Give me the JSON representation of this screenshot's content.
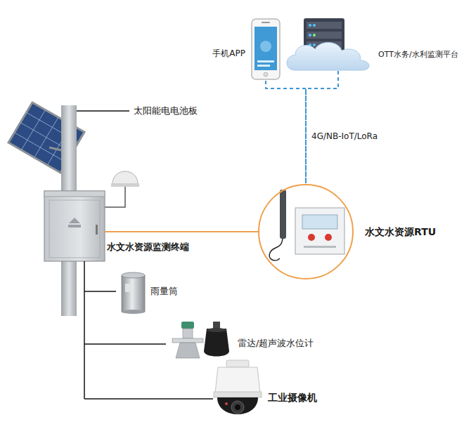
{
  "diagram": {
    "nodes": [
      {
        "text": [
          "手机APP"
        ]
      },
      {
        "text": [
          "OTT水务/水利监测平台"
        ]
      },
      {
        "text": [
          "水文水资源监测终端"
        ]
      },
      {
        "text": [
          "水文水资源RTU"
        ]
      }
    ],
    "edges": [
      {
        "from": 0,
        "to": 3,
        "arrow": "none"
      },
      {
        "from": 1,
        "to": 3,
        "label": "4G/NB-IoT/LoRa",
        "arrow": "none"
      },
      {
        "from": 2,
        "to": 3,
        "arrow": "none"
      }
    ],
    "labels": [
      "太阳能电电池板",
      "雨量筒",
      "雷达/超声波水位计",
      "工业摄像机"
    ]
  }
}
